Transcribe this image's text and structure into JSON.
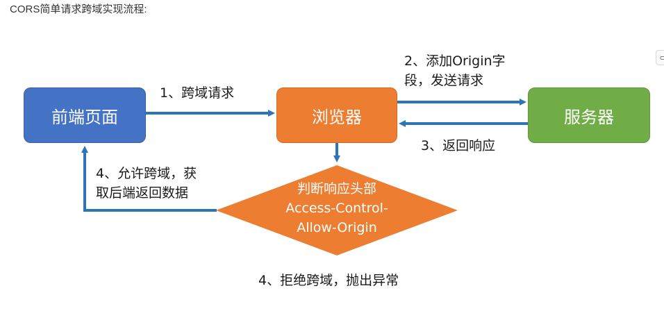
{
  "heading": "CORS简单请求跨域实现流程:",
  "nodes": {
    "frontend": "前端页面",
    "browser": "浏览器",
    "server": "服务器",
    "decision_line1": "判断响应头部",
    "decision_line2": "Access-Control-",
    "decision_line3": "Allow-Origin"
  },
  "steps": {
    "step1": "1、跨域请求",
    "step2_line1": "2、添加Origin字",
    "step2_line2": "段，发送请求",
    "step3": "3、返回响应",
    "step4_allow_line1": "4、允许跨域，获",
    "step4_allow_line2": "取后端返回数据",
    "step4_reject": "4、拒绝跨域，抛出异常"
  },
  "colors": {
    "blue": "#4472c4",
    "orange": "#ed7d31",
    "green": "#70ad47",
    "arrow": "#2e75b6"
  },
  "side_tool_icon": "link-icon"
}
